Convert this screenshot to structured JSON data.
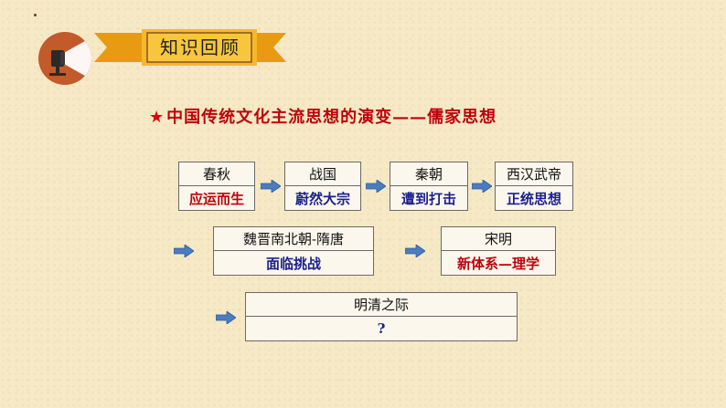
{
  "header": {
    "label": "知识回顾"
  },
  "title": {
    "star": "★",
    "text": "中国传统文化主流思想的演变——儒家思想"
  },
  "colors": {
    "red": "#c0000a",
    "navy": "#1a1f8c",
    "arrow": "#4a7cc0",
    "ribbon": "#f2a515"
  },
  "row1": [
    {
      "period": "春秋",
      "desc": "应运而生",
      "desc_color": "red"
    },
    {
      "period": "战国",
      "desc": "蔚然大宗",
      "desc_color": "navy"
    },
    {
      "period": "秦朝",
      "desc": "遭到打击",
      "desc_color": "navy"
    },
    {
      "period": "西汉武帝",
      "desc": "正统思想",
      "desc_color": "navy"
    }
  ],
  "row2": [
    {
      "period": "魏晋南北朝-隋唐",
      "desc": "面临挑战",
      "desc_color": "navy"
    },
    {
      "period": "宋明",
      "desc": "新体系—理学",
      "desc_color": "red"
    }
  ],
  "row3": [
    {
      "period": "明清之际",
      "desc": "?",
      "desc_color": "navy"
    }
  ],
  "icons": [
    "spotlight-icon",
    "arrow-right-icon"
  ]
}
